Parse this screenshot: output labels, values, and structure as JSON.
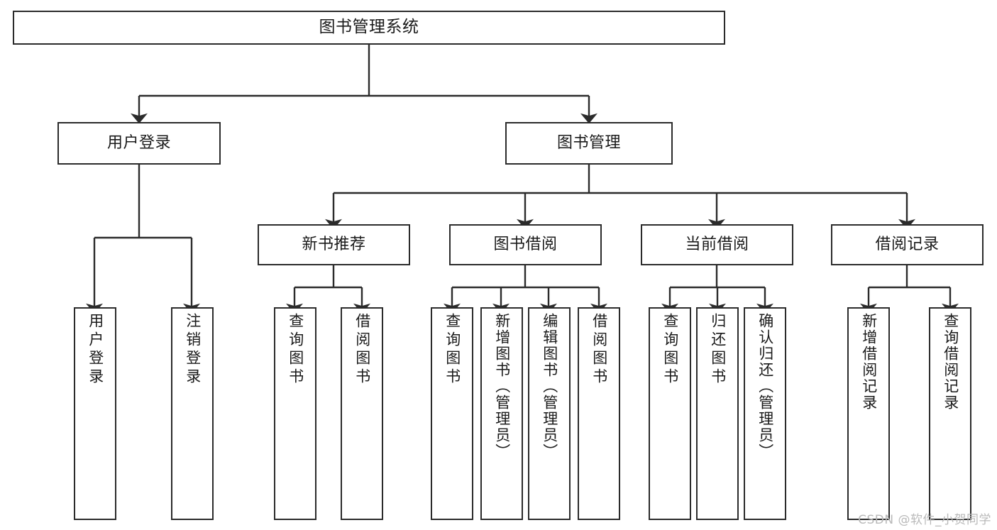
{
  "diagram": {
    "title": "图书管理系统",
    "type": "tree-hierarchy-diagram",
    "watermark": "CSDN @软件_小贺同学",
    "colors": {
      "background": "#ffffff",
      "box_border": "#2b2b2b",
      "box_fill": "#ffffff",
      "text": "#1a1a1a",
      "connector": "#2b2b2b",
      "watermark": "#b9b9b9"
    },
    "levels": {
      "root": "图书管理系统",
      "level2": [
        "用户登录",
        "图书管理"
      ],
      "level3": [
        "新书推荐",
        "图书借阅",
        "当前借阅",
        "借阅记录"
      ]
    },
    "nodes": {
      "root": {
        "label": "图书管理系统"
      },
      "user_login": {
        "label": "用户登录"
      },
      "book_manage": {
        "label": "图书管理"
      },
      "new_book_rec": {
        "label": "新书推荐"
      },
      "book_borrow": {
        "label": "图书借阅"
      },
      "current_borrow": {
        "label": "当前借阅"
      },
      "borrow_record": {
        "label": "借阅记录"
      }
    },
    "leaves": {
      "user_login_do": {
        "label": "用户登录"
      },
      "user_logout": {
        "label": "注销登录"
      },
      "rec_query_book": {
        "label": "查询图书"
      },
      "rec_borrow_book": {
        "label": "借阅图书"
      },
      "borrow_query_book": {
        "label": "查询图书"
      },
      "borrow_add_book": {
        "label": "新增图书（管理员）"
      },
      "borrow_edit_book": {
        "label": "编辑图书（管理员）"
      },
      "borrow_borrow_book": {
        "label": "借阅图书"
      },
      "cur_query_book": {
        "label": "查询图书"
      },
      "cur_return_book": {
        "label": "归还图书"
      },
      "cur_confirm_return": {
        "label": "确认归还（管理员）"
      },
      "rec_add_record": {
        "label": "新增借阅记录"
      },
      "rec_query_record": {
        "label": "查询借阅记录"
      }
    }
  }
}
